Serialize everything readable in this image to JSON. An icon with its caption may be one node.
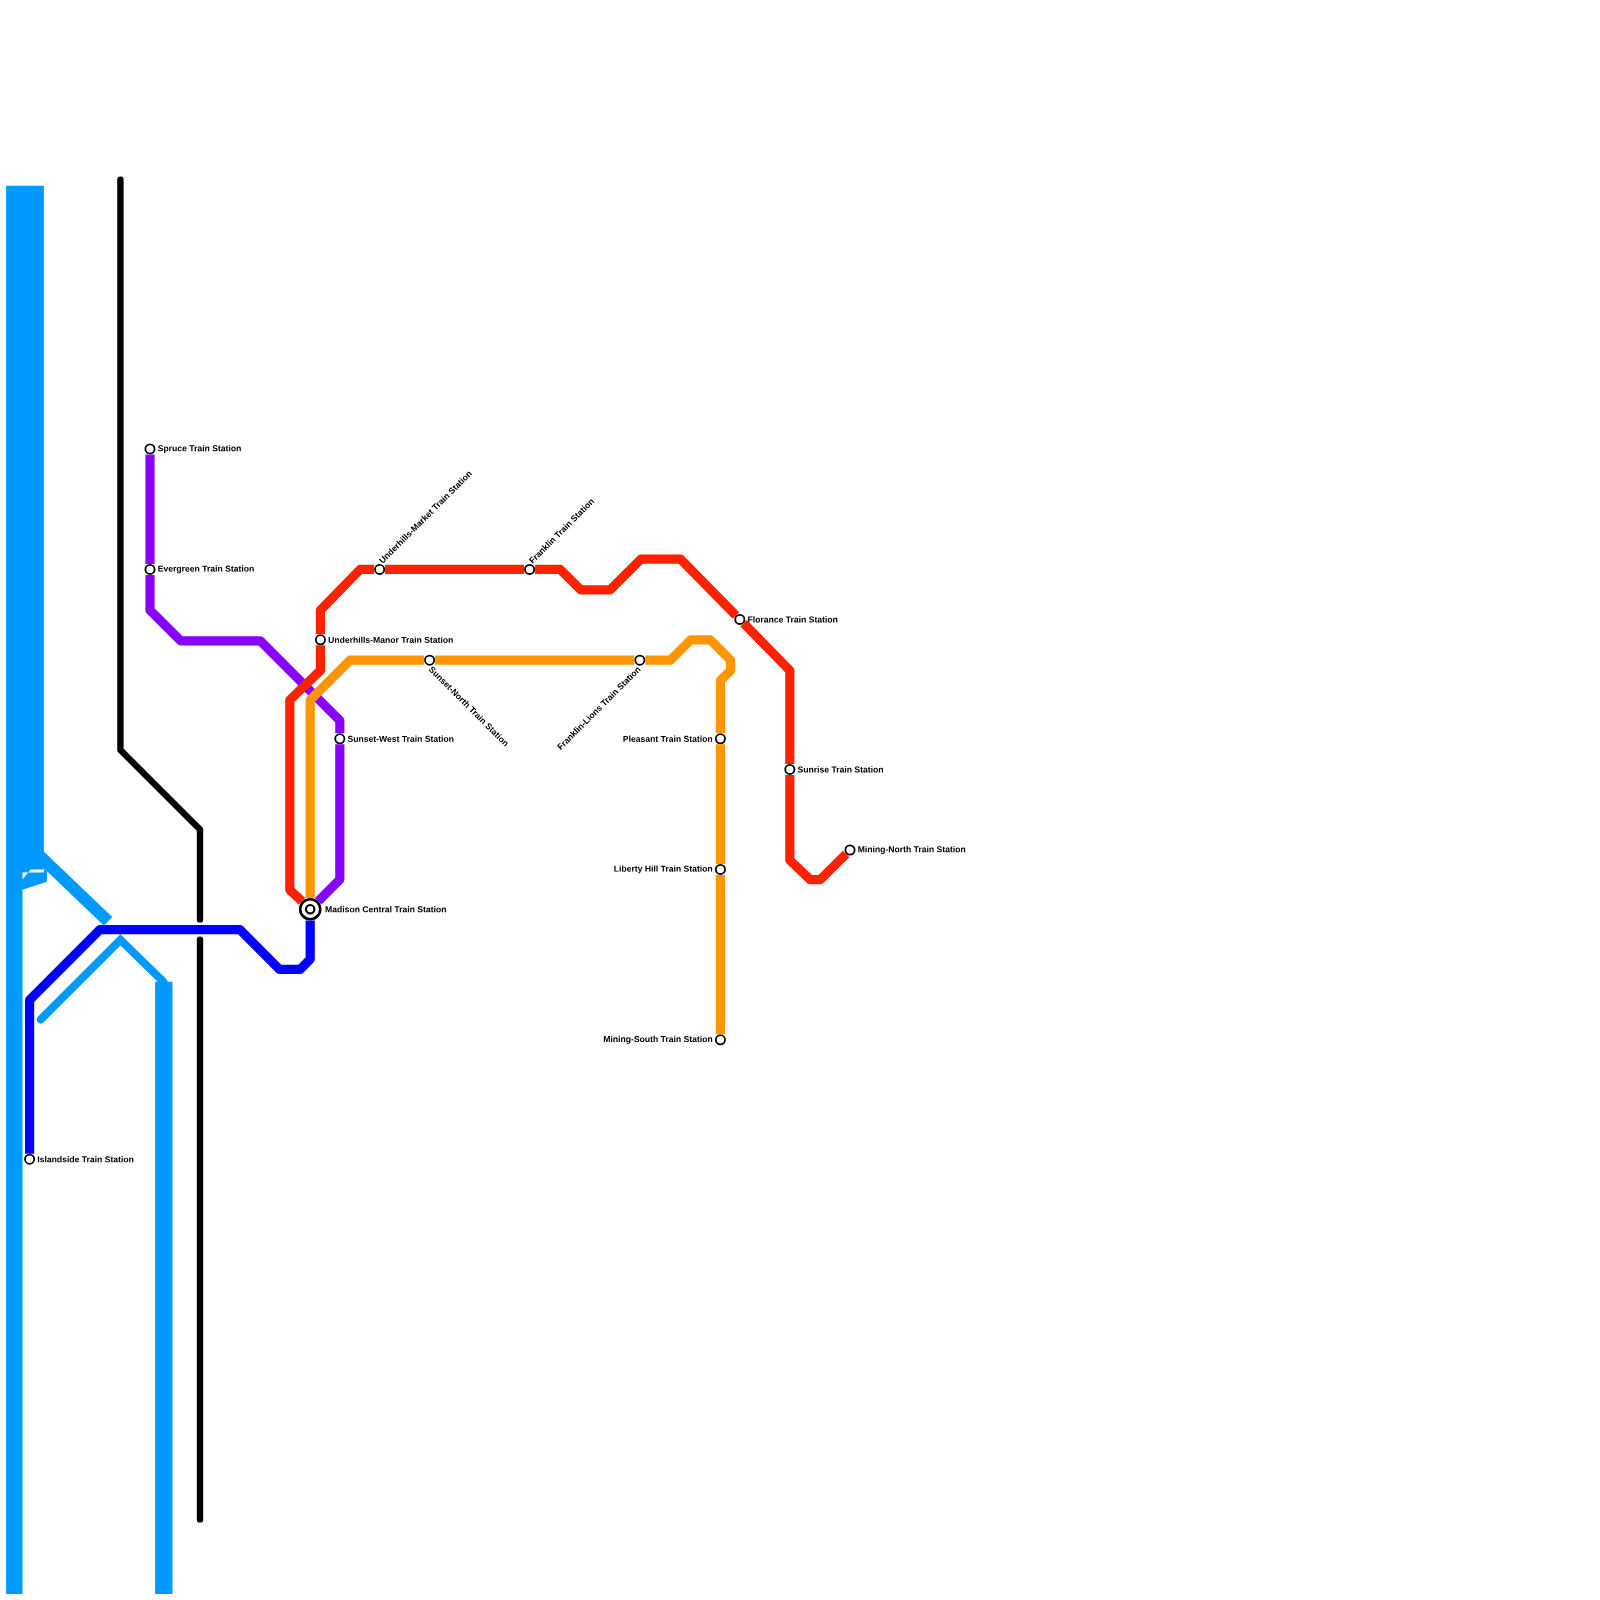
{
  "diagram": {
    "nodes": [
      {
        "text": [],
        "shape": "circle",
        "beside": [
          "Spruce Train Station"
        ]
      },
      {
        "text": [],
        "shape": "circle",
        "beside": [
          "Evergreen Train Station"
        ]
      },
      {
        "text": [],
        "shape": "circle",
        "beside": [
          "Underhills-Market Train Station"
        ]
      },
      {
        "text": [],
        "shape": "circle",
        "beside": [
          "Franklin Train Station"
        ]
      },
      {
        "text": [],
        "shape": "circle",
        "beside": [
          "Florance Train Station"
        ]
      },
      {
        "text": [],
        "shape": "circle",
        "beside": [
          "Underhills-Manor Train Station"
        ]
      },
      {
        "text": [],
        "shape": "circle",
        "beside": [
          "Sunset-North Train Station"
        ]
      },
      {
        "text": [],
        "shape": "circle",
        "beside": [
          "Franklin-Lions Train Station"
        ]
      },
      {
        "text": [],
        "shape": "circle",
        "beside": [
          "Sunset-West Train Station"
        ]
      },
      {
        "text": [],
        "shape": "circle",
        "beside": [
          "Pleasant Train Station"
        ]
      },
      {
        "text": [],
        "shape": "circle",
        "beside": [
          "Sunrise Train Station"
        ]
      },
      {
        "text": [],
        "shape": "circle",
        "beside": [
          "Mining-North Train Station"
        ]
      },
      {
        "text": [],
        "shape": "circle",
        "beside": [
          "Liberty Hill Train Station"
        ]
      },
      {
        "text": [],
        "shape": "circle",
        "beside": [
          "Madison Central Train Station"
        ]
      },
      {
        "text": [],
        "shape": "circle",
        "beside": [
          "Mining-South Train Station"
        ]
      },
      {
        "text": [],
        "shape": "circle",
        "beside": [
          "Islandside Train Station"
        ]
      }
    ],
    "edges": [
      {
        "from": 0,
        "to": 1,
        "arrow": "none",
        "color": "#8800ff"
      },
      {
        "from": 1,
        "to": 8,
        "arrow": "none",
        "color": "#8800ff"
      },
      {
        "from": 8,
        "to": 13,
        "arrow": "none",
        "color": "#8800ff"
      },
      {
        "from": 13,
        "to": 5,
        "arrow": "none",
        "color": "#ff2200"
      },
      {
        "from": 5,
        "to": 2,
        "arrow": "none",
        "color": "#ff2200"
      },
      {
        "from": 2,
        "to": 3,
        "arrow": "none",
        "color": "#ff2200"
      },
      {
        "from": 3,
        "to": 4,
        "arrow": "none",
        "color": "#ff2200"
      },
      {
        "from": 4,
        "to": 10,
        "arrow": "none",
        "color": "#ff2200"
      },
      {
        "from": 10,
        "to": 11,
        "arrow": "none",
        "color": "#ff2200"
      },
      {
        "from": 13,
        "to": 6,
        "arrow": "none",
        "color": "#ff9500"
      },
      {
        "from": 6,
        "to": 7,
        "arrow": "none",
        "color": "#ff9500"
      },
      {
        "from": 7,
        "to": 9,
        "arrow": "none",
        "color": "#ff9500"
      },
      {
        "from": 9,
        "to": 12,
        "arrow": "none",
        "color": "#ff9500"
      },
      {
        "from": 12,
        "to": 14,
        "arrow": "none",
        "color": "#ff9500"
      },
      {
        "from": 13,
        "to": 15,
        "arrow": "none",
        "color": "#0000ff"
      }
    ]
  }
}
